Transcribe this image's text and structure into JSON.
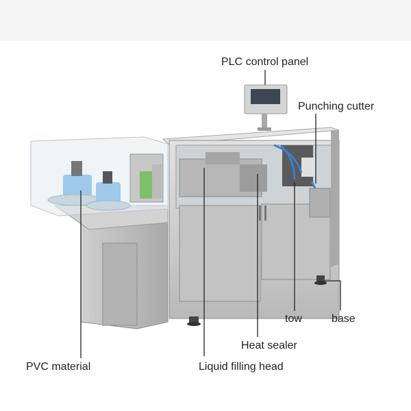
{
  "labels": {
    "plc": "PLC control panel",
    "punching": "Punching cutter",
    "pvc": "PVC material",
    "filling": "Liquid filling head",
    "sealer": "Heat sealer",
    "tow": "tow",
    "base": "base"
  },
  "colors": {
    "steel_light": "#d9d9d9",
    "steel_mid": "#bdbdbd",
    "steel_dark": "#8e8e8e",
    "leader": "#222222",
    "roll_blue": "#9ec9ea",
    "cable_blue": "#3a7fd0"
  }
}
